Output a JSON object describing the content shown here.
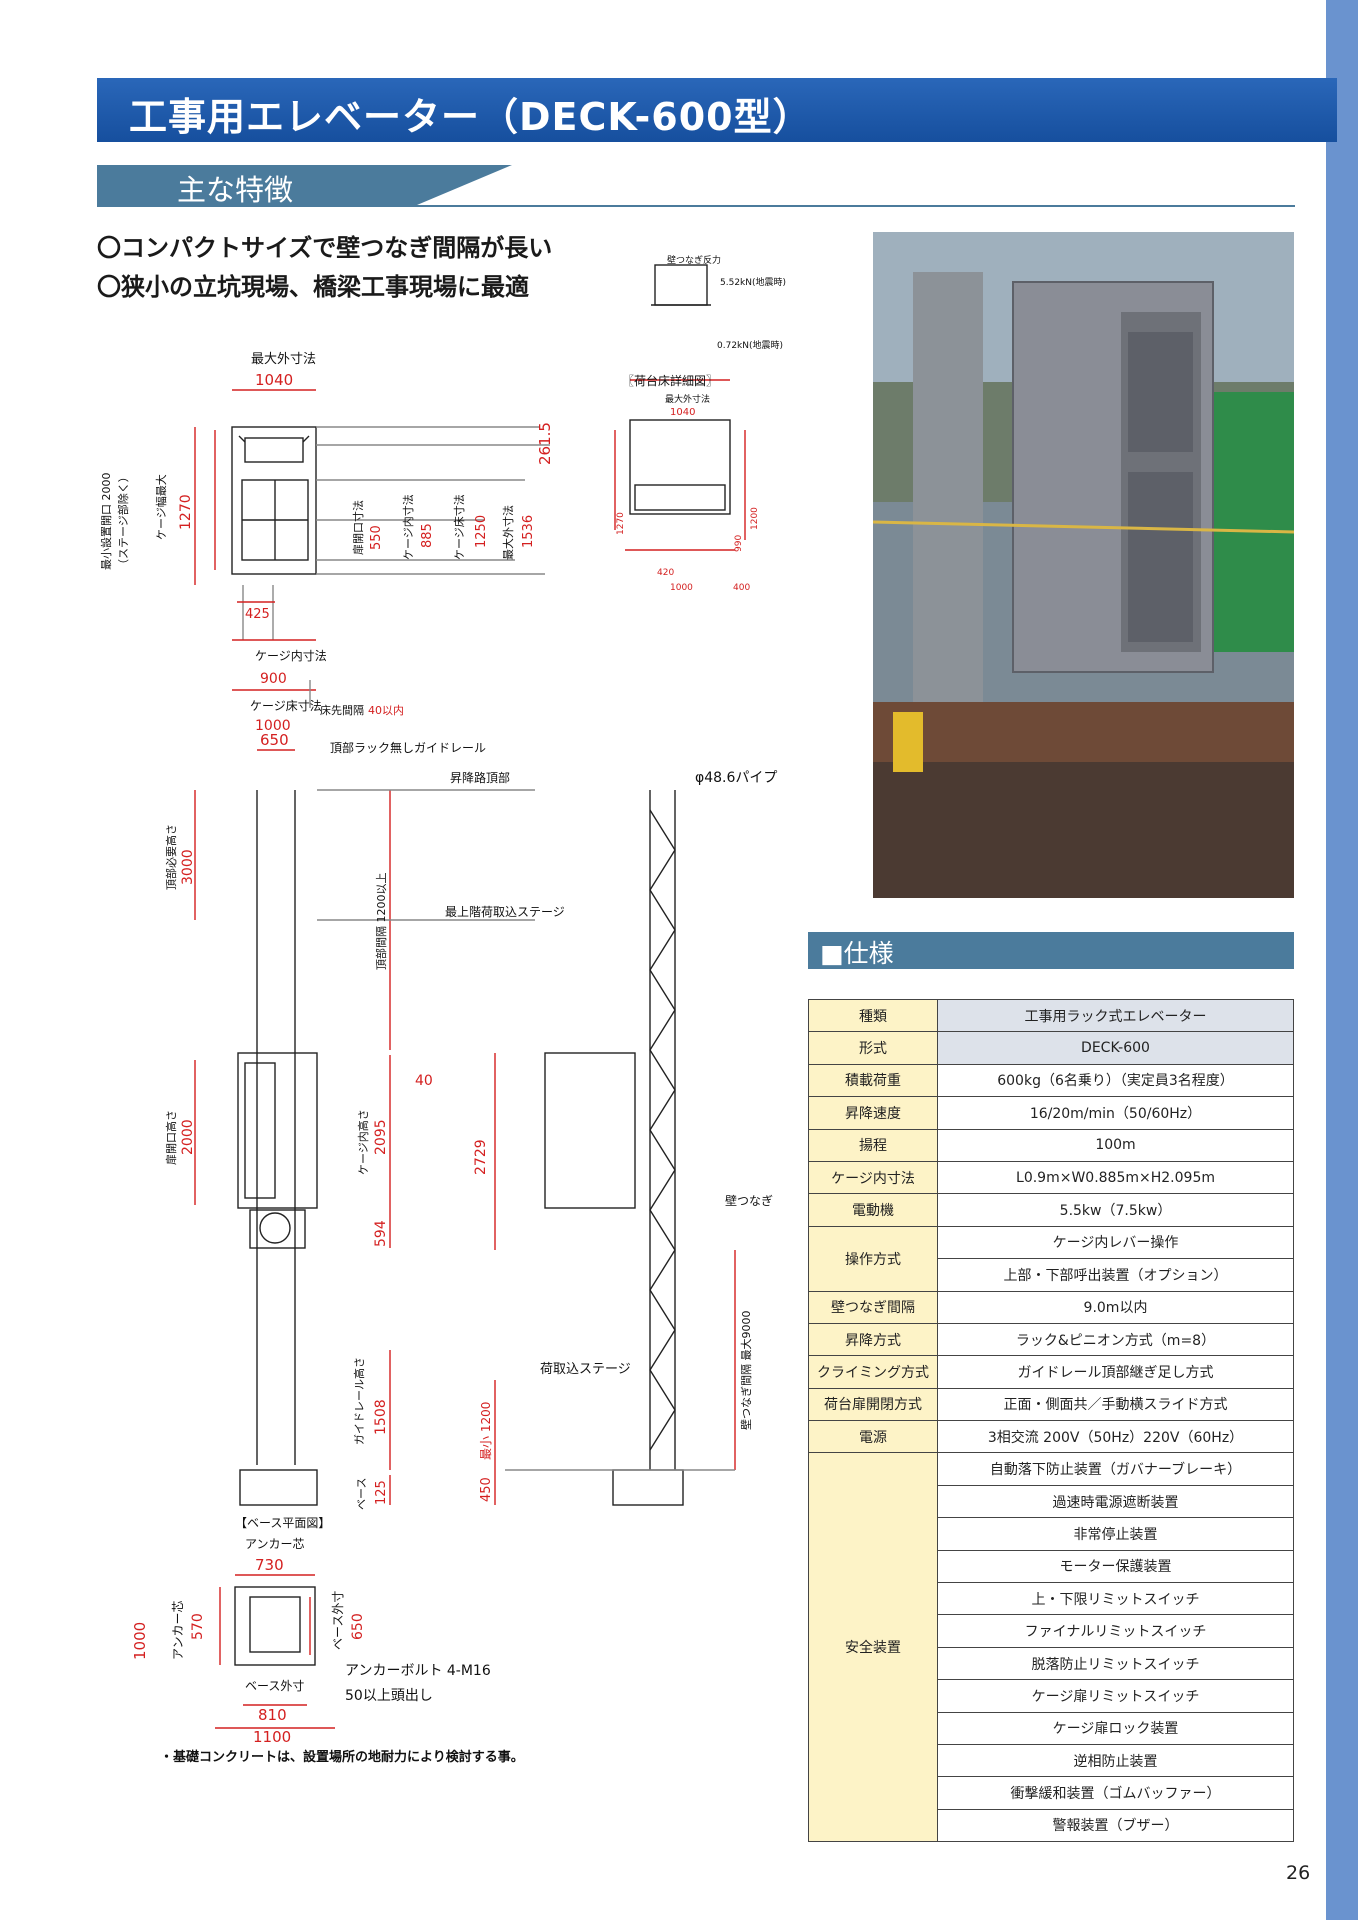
{
  "header": {
    "title": "工事用エレベーター（DECK-600型）"
  },
  "features": {
    "heading": "主な特徴",
    "items": [
      "〇コンパクトサイズで壁つなぎ間隔が長い",
      "〇狭小の立坑現場、橋梁工事現場に最適"
    ]
  },
  "drawing": {
    "top_view": {
      "max_outer_label": "最大外寸法",
      "w1040": "1040",
      "d2615": "261.5",
      "min_opening": "最小設置開口 2000",
      "min_opening_note": "（ステージ部除く）",
      "cage_max": "ケージ幅最大",
      "d1270": "1270",
      "door_width": "扉開口寸法",
      "d550": "550",
      "cage_inner": "ケージ内寸法",
      "d885": "885",
      "cage_floor": "ケージ床寸法",
      "d1250": "1250",
      "max_outer": "最大外寸法",
      "d1536": "1536",
      "d425": "425",
      "d900": "900",
      "d1000": "1000",
      "gap_label": "床先間隔",
      "gap_value": "40以内"
    },
    "detail": {
      "wall_force": "壁つなぎ反力",
      "f1": "5.52kN(地震時)",
      "f2": "0.72kN(地震時)",
      "caption": "〖荷台床詳細図〗",
      "max_outer": "最大外寸法",
      "d1040": "1040",
      "d1270": "1270",
      "d1200": "1200",
      "d990": "990",
      "d420": "420",
      "d400": "400",
      "d1000": "1000"
    },
    "elevation": {
      "d650": "650",
      "rail_label": "頂部ラック無しガイドレール",
      "top_label": "昇降路頂部",
      "top_height": "頂部必要高さ",
      "d3000": "3000",
      "spacing": "頂部間隔 1200以上",
      "top_stage": "最上階荷取込ステージ",
      "d40": "40",
      "door_height": "扉開口高さ",
      "d2000": "2000",
      "cage_height": "ケージ内高さ",
      "d2095": "2095",
      "d594": "594",
      "guide_height": "ガイドレール高さ",
      "d1508": "1508",
      "base": "ベース",
      "d125": "125"
    },
    "side": {
      "pipe": "φ48.6パイプ",
      "d2729": "2729",
      "tie": "壁つなぎ",
      "tie_spacing": "壁つなぎ間隔 最大9000",
      "load_stage": "荷取込ステージ",
      "d1200": "最小 1200",
      "d450": "450"
    },
    "base_plan": {
      "title": "【ベース平面図】",
      "anchor_core": "アンカー芯",
      "d730": "730",
      "d1000": "1000",
      "anchor_core2": "アンカー芯",
      "d570": "570",
      "base_outer": "ベース外寸",
      "d650": "650",
      "bolt": "アンカーボルト 4-M16",
      "bolt_note": "50以上頭出し",
      "base_outer2": "ベース外寸",
      "d810": "810",
      "d1100": "1100"
    }
  },
  "note": "・基礎コンクリートは、設置場所の地耐力により検討する事。",
  "spec": {
    "heading": "■仕様",
    "rows": [
      {
        "k": "種類",
        "v": "工事用ラック式エレベーター"
      },
      {
        "k": "形式",
        "v": "DECK-600"
      },
      {
        "k": "積載荷重",
        "v": "600kg（6名乗り）（実定員3名程度）"
      },
      {
        "k": "昇降速度",
        "v": "16/20m/min（50/60Hz）"
      },
      {
        "k": "揚程",
        "v": "100m"
      },
      {
        "k": "ケージ内寸法",
        "v": "L0.9m×W0.885m×H2.095m"
      },
      {
        "k": "電動機",
        "v": "5.5kw（7.5kw）"
      },
      {
        "k": "操作方式",
        "v1": "ケージ内レバー操作",
        "v2": "上部・下部呼出装置（オプション）"
      },
      {
        "k": "壁つなぎ間隔",
        "v": "9.0m以内"
      },
      {
        "k": "昇降方式",
        "v": "ラック&ピニオン方式（m=8）"
      },
      {
        "k": "クライミング方式",
        "v": "ガイドレール頂部継ぎ足し方式"
      },
      {
        "k": "荷台扉開閉方式",
        "v": "正面・側面共／手動横スライド方式"
      },
      {
        "k": "電源",
        "v": "3相交流 200V（50Hz）220V（60Hz）"
      }
    ],
    "safety": {
      "k": "安全装置",
      "items": [
        "自動落下防止装置（ガバナーブレーキ）",
        "過速時電源遮断装置",
        "非常停止装置",
        "モーター保護装置",
        "上・下限リミットスイッチ",
        "ファイナルリミットスイッチ",
        "脱落防止リミットスイッチ",
        "ケージ扉リミットスイッチ",
        "ケージ扉ロック装置",
        "逆相防止装置",
        "衝撃緩和装置（ゴムバッファー）",
        "警報装置（ブザー）"
      ]
    }
  },
  "page_number": "26",
  "colors": {
    "title_bar": "#1f5daf",
    "section": "#4b7b9c",
    "side_stripe": "#6a93cf",
    "dim_red": "#d42020",
    "key_cell": "#fdf3c7",
    "gray_cell": "#dde2ea"
  }
}
